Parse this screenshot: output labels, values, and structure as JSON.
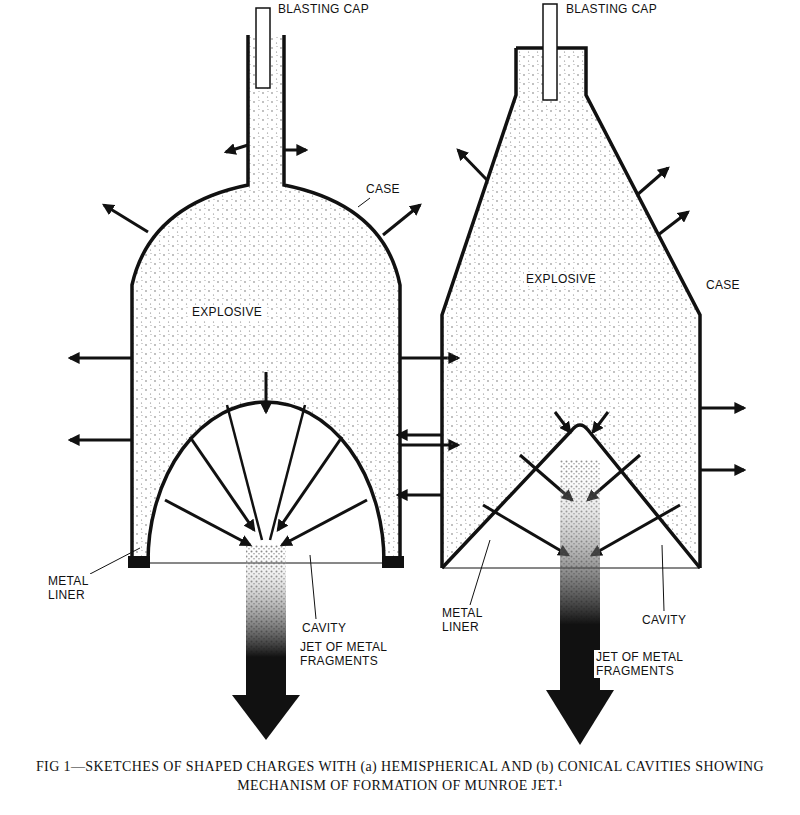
{
  "diagram": {
    "caption": "FIG 1—SKETCHES OF SHAPED CHARGES WITH (a) HEMISPHERICAL AND (b) CONICAL CAVITIES SHOWING MECHANISM OF FORMATION OF MUNROE JET.¹",
    "labels": [
      "BLASTING CAP",
      "EXPLOSIVE",
      "CASE",
      "METAL LINER",
      "CAVITY",
      "JET OF METAL FRAGMENTS",
      "BLASTING CAP",
      "EXPLOSIVE",
      "CASE",
      "METAL LINER",
      "CAVITY",
      "JET OF METAL FRAGMENTS"
    ]
  }
}
